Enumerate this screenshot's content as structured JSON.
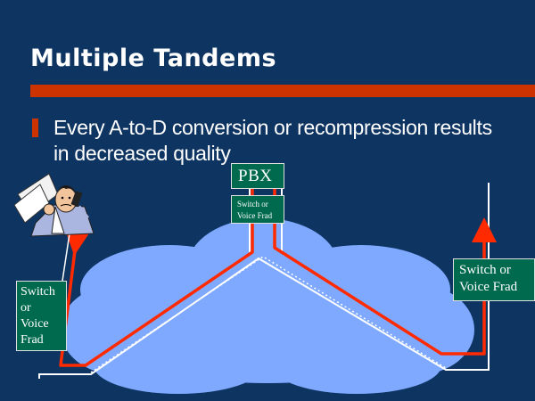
{
  "slide": {
    "title": "Multiple Tandems",
    "bullet": {
      "line1": "Every A-to-D conversion or recompression results",
      "line2": "in decreased quality"
    }
  },
  "boxes": {
    "pbx": "PBX",
    "center_switch": [
      "Switch or",
      "Voice Frad"
    ],
    "left_switch": [
      "Switch",
      "or",
      "Voice",
      "Frad"
    ],
    "right_switch": [
      "Switch or",
      "Voice Frad"
    ]
  },
  "colors": {
    "background": "#0e3462",
    "accent_bar": "#cc3300",
    "box_fill": "#006a4e",
    "cloud_fill": "#7fa9ff",
    "signal_path": "#ff2a00",
    "text": "#ffffff"
  },
  "icons": {
    "frustrated_user": "frustrated-man-on-phone-icon"
  }
}
